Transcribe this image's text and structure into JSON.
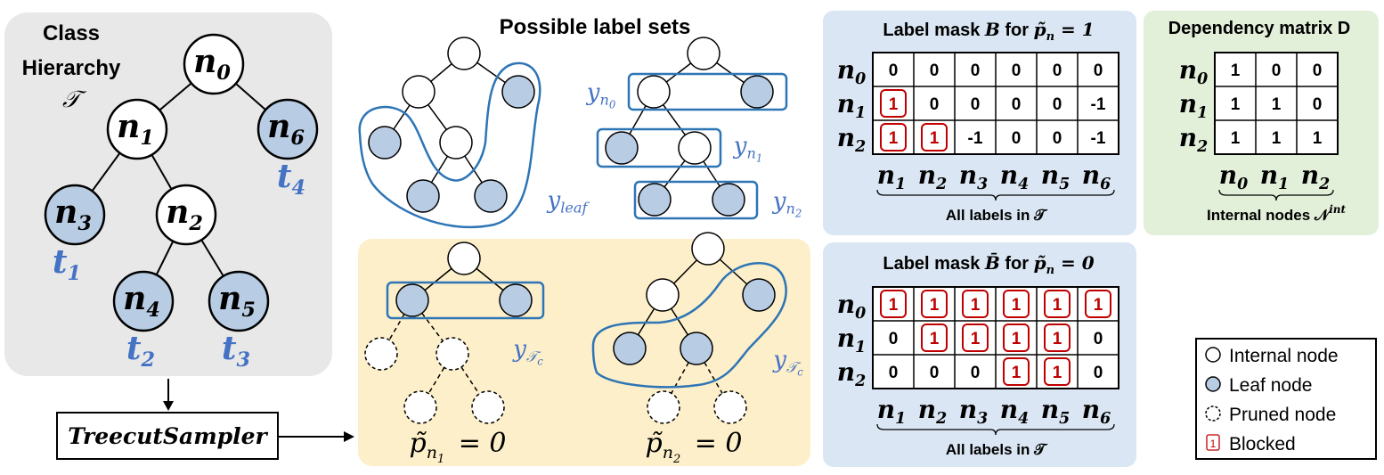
{
  "hierarchy": {
    "title_line1": "Class",
    "title_line2": "Hierarchy",
    "title_symbol": "𝒯",
    "nodes": [
      {
        "id": "n0",
        "label": "n",
        "sub": "0",
        "kind": "internal"
      },
      {
        "id": "n1",
        "label": "n",
        "sub": "1",
        "kind": "internal"
      },
      {
        "id": "n2",
        "label": "n",
        "sub": "2",
        "kind": "internal"
      },
      {
        "id": "n3",
        "label": "n",
        "sub": "3",
        "kind": "leaf"
      },
      {
        "id": "n4",
        "label": "n",
        "sub": "4",
        "kind": "leaf"
      },
      {
        "id": "n5",
        "label": "n",
        "sub": "5",
        "kind": "leaf"
      },
      {
        "id": "n6",
        "label": "n",
        "sub": "6",
        "kind": "leaf"
      }
    ],
    "targets": [
      {
        "label": "t",
        "sub": "1"
      },
      {
        "label": "t",
        "sub": "2"
      },
      {
        "label": "t",
        "sub": "3"
      },
      {
        "label": "t",
        "sub": "4"
      }
    ]
  },
  "sampler": {
    "label": "TreecutSampler"
  },
  "label_sets": {
    "title": "Possible label sets",
    "y_leaf": {
      "base": "y",
      "sub": "leaf"
    },
    "y_n0": {
      "base": "y",
      "sub": "n",
      "subsub": "0"
    },
    "y_n1": {
      "base": "y",
      "sub": "n",
      "subsub": "1"
    },
    "y_n2": {
      "base": "y",
      "sub": "n",
      "subsub": "2"
    },
    "y_tc": {
      "base": "y",
      "sub": "𝒯",
      "subsub": "c"
    }
  },
  "pruned": {
    "p1": {
      "base": "p̃",
      "sub": "n",
      "subsub": "1",
      "rhs": "= 0"
    },
    "p2": {
      "base": "p̃",
      "sub": "n",
      "subsub": "2",
      "rhs": "= 0"
    }
  },
  "mask_B": {
    "title_prefix": "Label mask ",
    "title_sym": "B",
    "title_mid": " for ",
    "title_cond_base": "p̃",
    "title_cond_sub": "n",
    "title_cond_rhs": " = 1",
    "rows": [
      "n0",
      "n1",
      "n2"
    ],
    "cols": [
      "n1",
      "n2",
      "n3",
      "n4",
      "n5",
      "n6"
    ],
    "cells": [
      [
        "0",
        "0",
        "0",
        "0",
        "0",
        "0"
      ],
      [
        "1",
        "0",
        "0",
        "0",
        "0",
        "-1"
      ],
      [
        "1",
        "1",
        "-1",
        "0",
        "0",
        "-1"
      ]
    ],
    "blocked": [
      [
        false,
        false,
        false,
        false,
        false,
        false
      ],
      [
        true,
        false,
        false,
        false,
        false,
        false
      ],
      [
        true,
        true,
        false,
        false,
        false,
        false
      ]
    ],
    "footer": "All labels in 𝒯"
  },
  "mask_Bbar": {
    "title_prefix": "Label mask ",
    "title_sym": "B̄",
    "title_mid": " for ",
    "title_cond_base": "p̃",
    "title_cond_sub": "n",
    "title_cond_rhs": " = 0",
    "rows": [
      "n0",
      "n1",
      "n2"
    ],
    "cols": [
      "n1",
      "n2",
      "n3",
      "n4",
      "n5",
      "n6"
    ],
    "cells": [
      [
        "1",
        "1",
        "1",
        "1",
        "1",
        "1"
      ],
      [
        "0",
        "1",
        "1",
        "1",
        "1",
        "0"
      ],
      [
        "0",
        "0",
        "0",
        "1",
        "1",
        "0"
      ]
    ],
    "blocked": [
      [
        true,
        true,
        true,
        true,
        true,
        true
      ],
      [
        false,
        true,
        true,
        true,
        true,
        false
      ],
      [
        false,
        false,
        false,
        true,
        true,
        false
      ]
    ],
    "footer": "All labels in 𝒯"
  },
  "dep_matrix": {
    "title": "Dependency matrix D",
    "rows": [
      "n0",
      "n1",
      "n2"
    ],
    "cols": [
      "n0",
      "n1",
      "n2"
    ],
    "cells": [
      [
        "1",
        "0",
        "0"
      ],
      [
        "1",
        "1",
        "0"
      ],
      [
        "1",
        "1",
        "1"
      ]
    ],
    "footer": "Internal nodes 𝒩",
    "footer_sup": "int"
  },
  "legend": {
    "items": [
      {
        "icon": "internal-node-icon",
        "label": "Internal node"
      },
      {
        "icon": "leaf-node-icon",
        "label": "Leaf node"
      },
      {
        "icon": "pruned-node-icon",
        "label": "Pruned node"
      },
      {
        "icon": "blocked-icon",
        "label": "Blocked"
      }
    ],
    "blocked_glyph": "1"
  },
  "colors": {
    "leaf_fill": "#b8cce4",
    "accent_blue": "#2e75b6",
    "label_blue": "#4472c4",
    "panel_gray": "#e8e8e8",
    "panel_blue": "#dae6f3",
    "panel_green": "#e2efd9",
    "panel_yellow": "#fdefc9",
    "blocked_red": "#c00000"
  }
}
